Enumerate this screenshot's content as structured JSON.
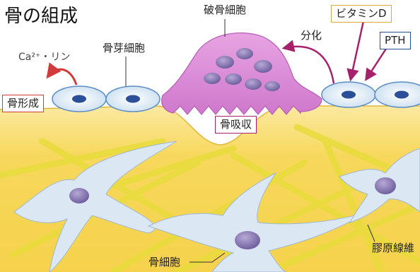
{
  "title": "骨の組成",
  "labels": {
    "osteoclast": "破骨細胞",
    "osteoblast": "骨芽細胞",
    "osteocyte": "骨細胞",
    "collagen": "膠原線維",
    "differentiation": "分化",
    "ca_phosphate": "Ca²⁺・リン",
    "bone_formation": "骨形成",
    "bone_resorption": "骨吸収",
    "vitamin_d": "ビタミンD",
    "pth": "PTH"
  },
  "colors": {
    "bone_matrix": "#f6d24c",
    "bone_light": "#fbe89a",
    "fiber": "#e4d83a",
    "osteoclast": "#d98ad6",
    "osteoblast": "#cfe3f4",
    "nucleus": "#5d5fa3",
    "osteocyte": "#dbe8f3",
    "osteocyte_nucleus": "#8f7fb4",
    "red_accent": "#d33b3b",
    "magenta_accent": "#a6206c",
    "pth_accent": "#2a4f98"
  },
  "icons": [
    "curved-arrow-icon",
    "differentiation-arrow-icon",
    "vitamin-d-arrow-icon",
    "pth-arrow-icon",
    "leader-line-icon"
  ]
}
